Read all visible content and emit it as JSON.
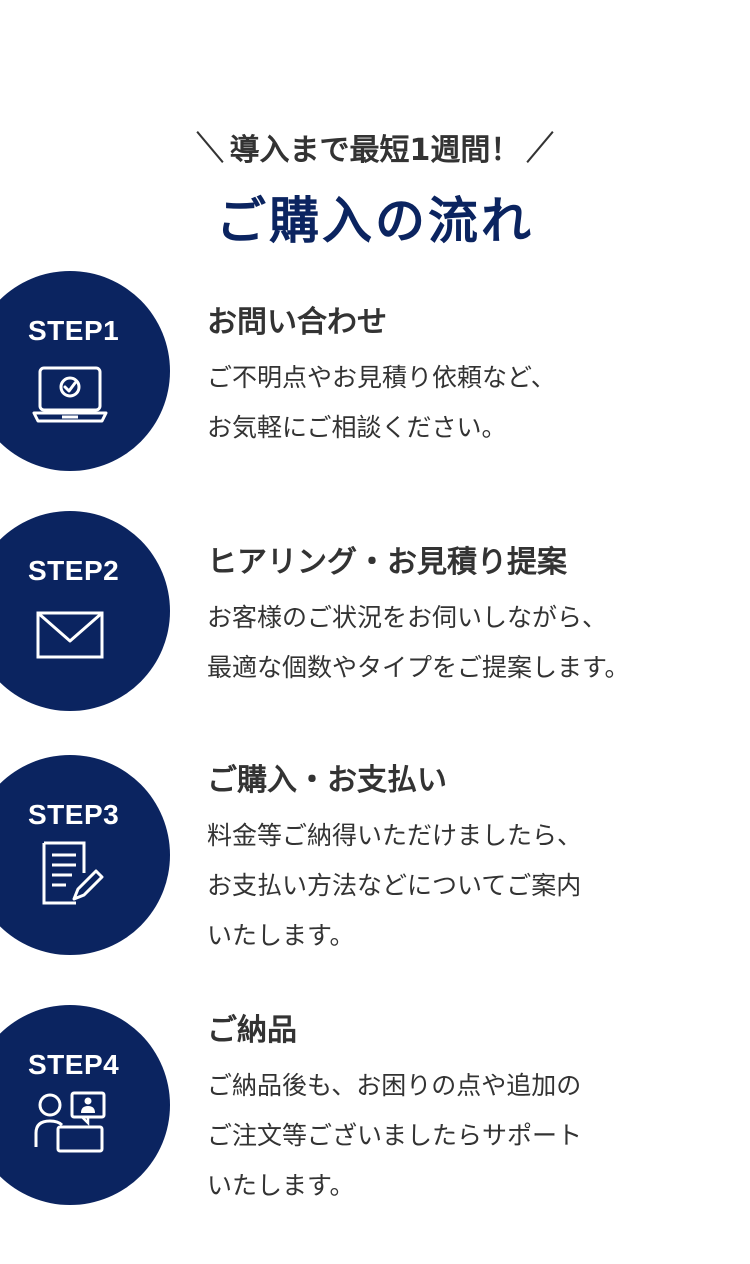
{
  "header": {
    "tagline": "導入まで最短1週間！",
    "title": "ご購入の流れ"
  },
  "steps": [
    {
      "label": "STEP1",
      "icon": "laptop-check-icon",
      "title": "お問い合わせ",
      "lines": [
        "ご不明点やお見積り依頼など、",
        "お気軽にご相談ください。"
      ]
    },
    {
      "label": "STEP2",
      "icon": "envelope-icon",
      "title": "ヒアリング・お見積り提案",
      "lines": [
        "お客様のご状況をお伺いしながら、",
        "最適な個数やタイプをご提案します。"
      ]
    },
    {
      "label": "STEP3",
      "icon": "document-pen-icon",
      "title": "ご購入・お支払い",
      "lines": [
        "料金等ご納得いただけましたら、",
        "お支払い方法などについてご案内",
        "いたします。"
      ]
    },
    {
      "label": "STEP4",
      "icon": "user-support-icon",
      "title": "ご納品",
      "lines": [
        "ご納品後も、お困りの点や追加の",
        "ご注文等ございましたらサポート",
        "いたします。"
      ]
    }
  ],
  "colors": {
    "navy": "#0b2460",
    "text": "#333333"
  }
}
